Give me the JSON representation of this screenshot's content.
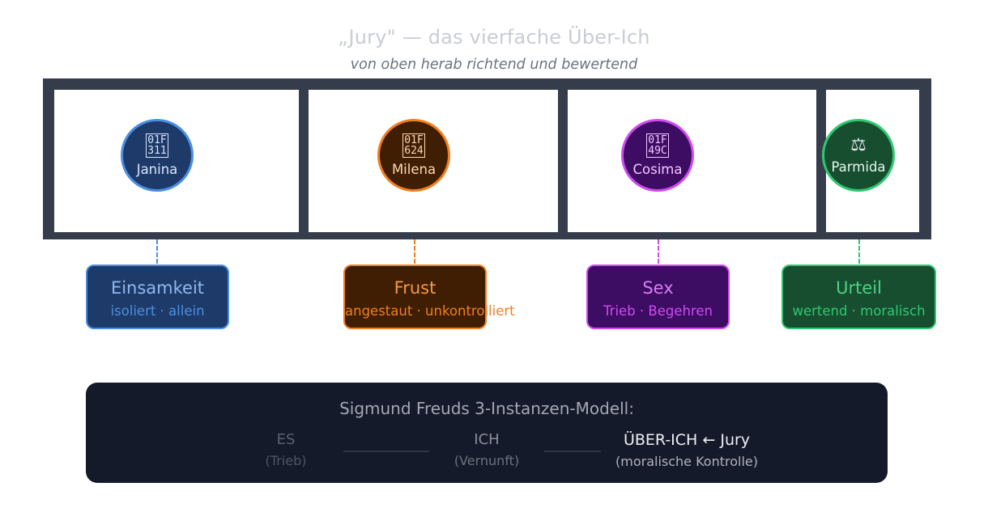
{
  "header": {
    "title": "„Jury\" — das vierfache Über-Ich",
    "subtitle": "von oben herab richtend und bewertend"
  },
  "jury": [
    {
      "glyph": "01F\n311",
      "icon": "person-icon",
      "name": "Janina",
      "trait": "Einsamkeit",
      "detail": "isoliert · allein",
      "colors": {
        "fill": "#1e3a68",
        "stroke": "#4a90e2",
        "text": "#d7e6ff",
        "trait_text": "#8fb8f0",
        "detail_text": "#4a90e2"
      }
    },
    {
      "glyph": "01F\n624",
      "icon": "angry-face-icon",
      "name": "Milena",
      "trait": "Frust",
      "detail": "angestaut · unkontrolliert",
      "colors": {
        "fill": "#3f1e04",
        "stroke": "#f07f20",
        "text": "#ffd8b0",
        "trait_text": "#f59a45",
        "detail_text": "#f07f20"
      }
    },
    {
      "glyph": "01F\n49C",
      "icon": "heart-icon",
      "name": "Cosima",
      "trait": "Sex",
      "detail": "Trieb · Begehren",
      "colors": {
        "fill": "#3c0d63",
        "stroke": "#d14af0",
        "text": "#f3c6ff",
        "trait_text": "#d97cf2",
        "detail_text": "#d14af0"
      }
    },
    {
      "glyph": "⚖",
      "icon": "scales-icon",
      "name": "Parmida",
      "trait": "Urteil",
      "detail": "wertend · moralisch",
      "colors": {
        "fill": "#174e30",
        "stroke": "#2fc870",
        "text": "#e3f7ea",
        "trait_text": "#4dd385",
        "detail_text": "#2fc870"
      }
    }
  ],
  "model": {
    "title": "Sigmund Freuds 3-Instanzen-Modell:",
    "nodes": [
      {
        "label": "ES",
        "sub": "(Trieb)"
      },
      {
        "label": "ICH",
        "sub": "(Vernunft)"
      },
      {
        "label": "ÜBER-ICH ← Jury",
        "sub": "(moralische Kontrolle)"
      }
    ]
  },
  "colors": {
    "bench": "#353c4b",
    "model_bg": "#141a29"
  }
}
